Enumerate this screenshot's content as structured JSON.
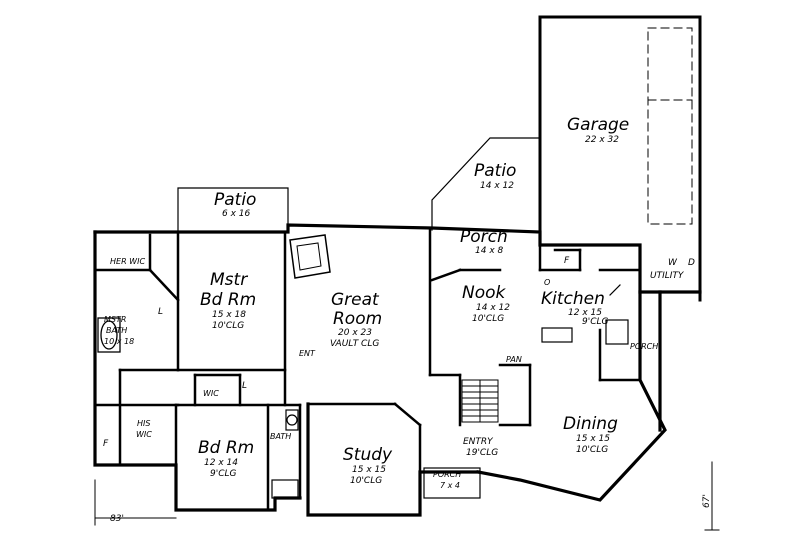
{
  "rooms": {
    "garage": {
      "name": "Garage",
      "dims": "22 x 32"
    },
    "patio_top": {
      "name": "Patio",
      "dims": "14 x 12"
    },
    "patio_left": {
      "name": "Patio",
      "dims": "6 x 16"
    },
    "porch_back": {
      "name": "Porch",
      "dims": "14 x 8"
    },
    "her_wic": {
      "name": "HER WIC"
    },
    "mstr_bdrm": {
      "name_line1": "Mstr",
      "name_line2": "Bd Rm",
      "dims": "15 x 18",
      "clg": "10'CLG"
    },
    "great_room": {
      "name_line1": "Great",
      "name_line2": "Room",
      "dims": "20 x 23",
      "clg": "VAULT CLG"
    },
    "nook": {
      "name": "Nook",
      "dims": "14 x 12",
      "clg": "10'CLG"
    },
    "kitchen": {
      "name": "Kitchen",
      "dims": "12 x 15",
      "clg": "9'CLG"
    },
    "utility": {
      "name": "UTILITY",
      "w": "W",
      "d": "D"
    },
    "mstr_bath": {
      "name_line1": "MSTR",
      "name_line2": "BATH",
      "dims": "10 x 18"
    },
    "ent": {
      "name": "ENT"
    },
    "pan": {
      "name": "PAN"
    },
    "porch_side": {
      "name": "PORCH"
    },
    "wic": {
      "name": "WIC"
    },
    "his_wic": {
      "name_line1": "HIS",
      "name_line2": "WIC"
    },
    "dining": {
      "name": "Dining",
      "dims": "15 x 15",
      "clg": "10'CLG"
    },
    "entry": {
      "name": "ENTRY",
      "clg": "19'CLG"
    },
    "bdrm": {
      "name": "Bd Rm",
      "dims": "12 x 14",
      "clg": "9'CLG"
    },
    "bath": {
      "name": "BATH"
    },
    "study": {
      "name": "Study",
      "dims": "15 x 15",
      "clg": "10'CLG"
    },
    "porch_front": {
      "name": "PORCH",
      "dims": "7 x 4"
    }
  },
  "fixtures": {
    "L": "L",
    "F": "F",
    "O": "O"
  },
  "dimensions": {
    "width": "83'",
    "depth": "67'"
  }
}
